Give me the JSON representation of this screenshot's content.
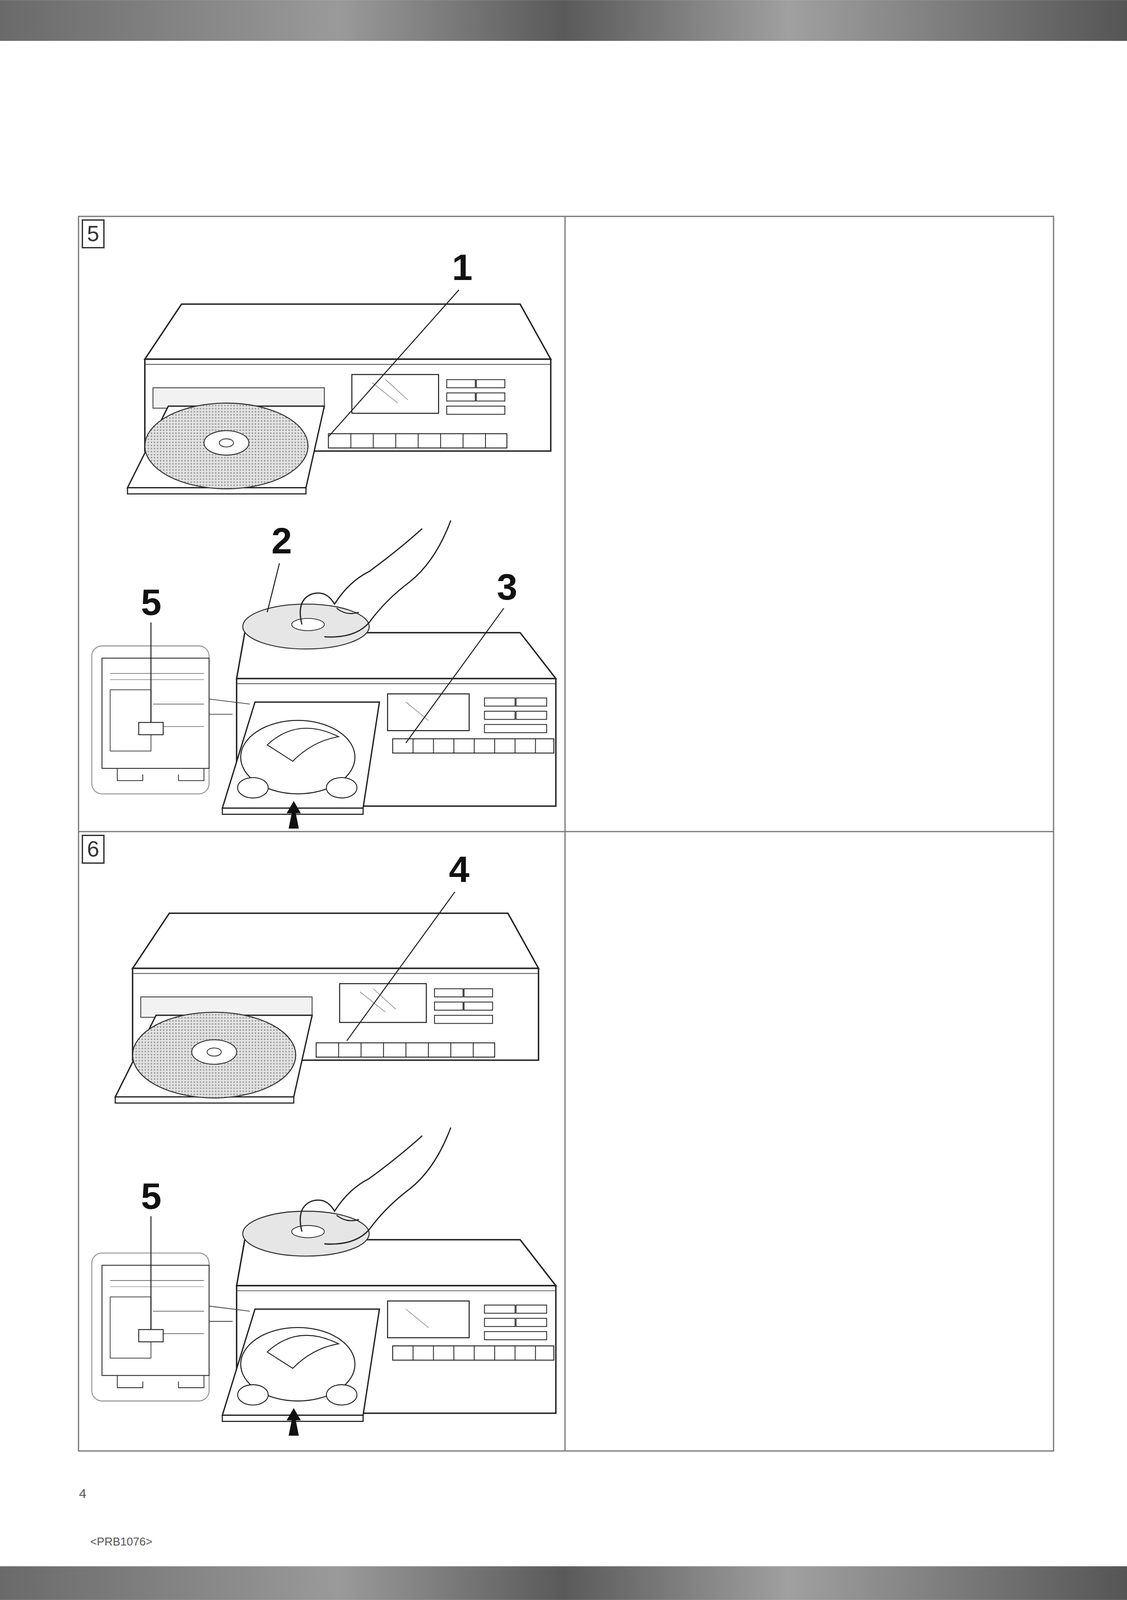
{
  "diagram": {
    "nodes": [
      {
        "text": [
          "5"
        ]
      },
      {
        "text": [
          "6"
        ]
      }
    ],
    "labels": [
      "1",
      "2",
      "3",
      "5",
      "4",
      "5",
      "4",
      "<PRB1076>"
    ]
  }
}
